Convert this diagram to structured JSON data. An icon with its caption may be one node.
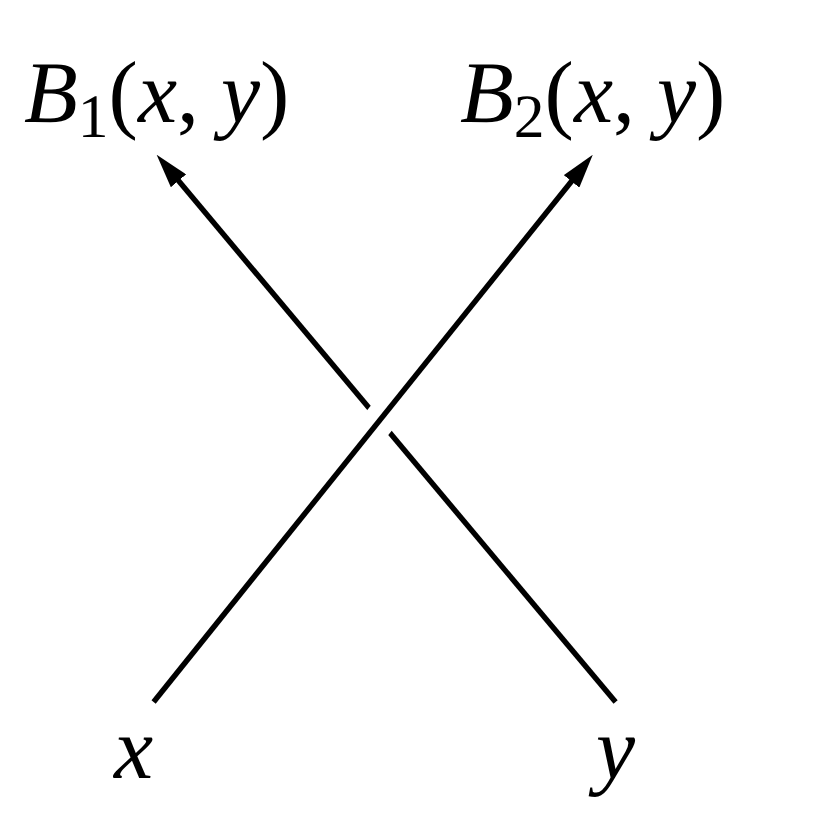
{
  "diagram": {
    "nodes": [
      {
        "text": [
          "*B*$_{1}$(*x*, *y*)"
        ]
      },
      {
        "text": [
          "*B*$_{2}$(*x*, *y*)"
        ]
      },
      {
        "text": [
          "x"
        ]
      },
      {
        "text": [
          "y"
        ]
      }
    ],
    "edges": [
      {
        "from": 2,
        "to": 1,
        "arrow": "to"
      },
      {
        "from": 3,
        "to": 0,
        "arrow": "to"
      }
    ]
  }
}
